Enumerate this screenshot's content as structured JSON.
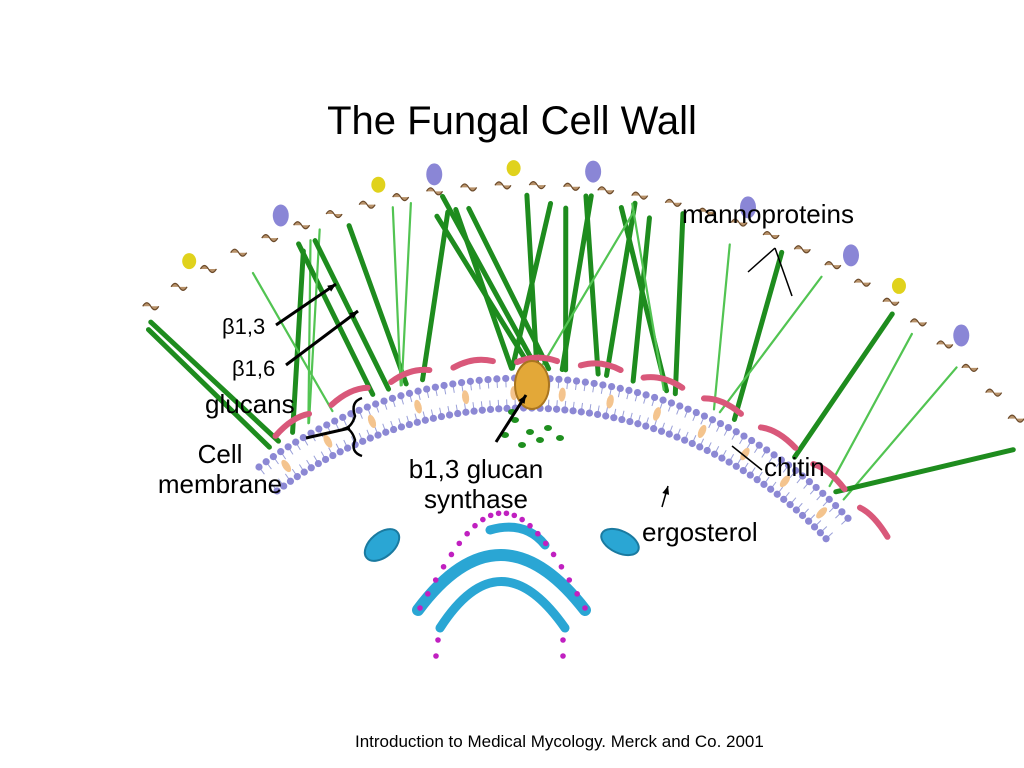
{
  "title": "The Fungal Cell Wall",
  "labels": {
    "mannoproteins": "mannoproteins",
    "beta_1_3": "β1,3",
    "beta_1_6": "β1,6",
    "glucans": "glucans",
    "cell_membrane": "Cell membrane",
    "glucan_synthase": "b1,3 glucan synthase",
    "chitin": "chitin",
    "ergosterol": "ergosterol"
  },
  "citation": "Introduction to Medical Mycology. Merck and Co. 2001",
  "colors": {
    "glucan_dark": "#1e8c1e",
    "glucan_light": "#52c452",
    "chitin": "#d9587a",
    "mannan": "#b8926a",
    "protein_purple": "#8a86d6",
    "protein_yellow": "#e0d21c",
    "lipid_head": "#8c88d4",
    "ergosterol": "#f4c48e",
    "synthase": "#e3a838",
    "organelle": "#2aa6d4",
    "vesicle_dots": "#c020c0",
    "glucan_product": "#1f8f1f"
  }
}
